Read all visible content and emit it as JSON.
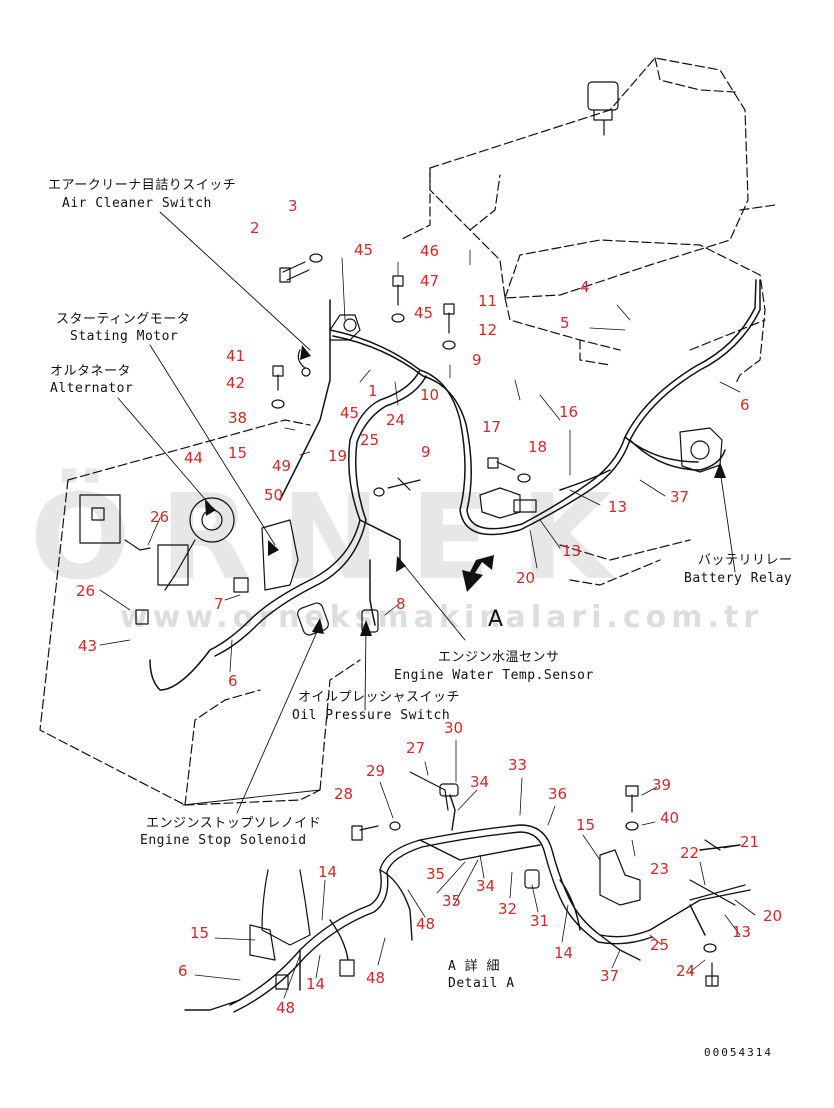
{
  "watermark": {
    "brand": "ÖRNEK",
    "url": "www.orneksmakinalari.com.tr"
  },
  "callouts": [
    {
      "id": "air-cleaner-switch",
      "jp": "エアークリーナ目詰りスイッチ",
      "en": "Air Cleaner Switch"
    },
    {
      "id": "starting-motor",
      "jp": "スターティングモータ",
      "en": "Stating Motor"
    },
    {
      "id": "alternator",
      "jp": "オルタネータ",
      "en": "Alternator"
    },
    {
      "id": "battery-relay",
      "jp": "バッテリリレー",
      "en": "Battery Relay"
    },
    {
      "id": "engine-water-temp-sensor",
      "jp": "エンジン水温センサ",
      "en": "Engine Water Temp.Sensor"
    },
    {
      "id": "oil-pressure-switch",
      "jp": "オイルプレッシャスイッチ",
      "en": "Oil Pressure Switch"
    },
    {
      "id": "engine-stop-solenoid",
      "jp": "エンジンストップソレノイド",
      "en": "Engine Stop Solenoid"
    },
    {
      "id": "detail-a",
      "jp": "A 詳 細",
      "en": "Detail A"
    }
  ],
  "view_letter": "A",
  "part_numbers": [
    "3",
    "2",
    "45",
    "46",
    "47",
    "45",
    "11",
    "12",
    "4",
    "5",
    "41",
    "9",
    "42",
    "1",
    "38",
    "45",
    "24",
    "10",
    "15",
    "25",
    "9",
    "17",
    "18",
    "16",
    "49",
    "19",
    "6",
    "44",
    "50",
    "13",
    "37",
    "26",
    "13",
    "20",
    "26",
    "7",
    "8",
    "43",
    "6",
    "27",
    "30",
    "33",
    "39",
    "29",
    "34",
    "28",
    "36",
    "40",
    "15",
    "21",
    "14",
    "35",
    "22",
    "34",
    "23",
    "35",
    "32",
    "20",
    "15",
    "48",
    "31",
    "13",
    "14",
    "25",
    "14",
    "6",
    "48",
    "37",
    "24",
    "48"
  ],
  "drawing_code": "00054314"
}
